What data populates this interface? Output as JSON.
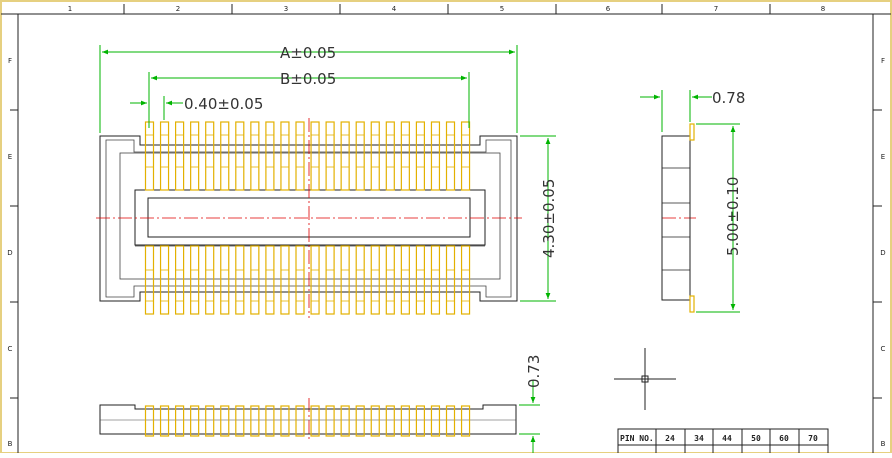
{
  "drawing": {
    "column_labels": [
      "1",
      "2",
      "3",
      "4",
      "5",
      "6",
      "7",
      "8"
    ],
    "row_labels_left": [
      "F",
      "E",
      "D",
      "C",
      "B"
    ],
    "row_labels_right": [
      "F",
      "E",
      "D",
      "C",
      "B"
    ],
    "dimensions": {
      "a": "A±0.05",
      "b": "B±0.05",
      "pitch": "0.40±0.05",
      "body_height": "4.30±0.05",
      "side_width": "0.78",
      "side_height": "5.00±0.10",
      "profile_height": "0.73"
    },
    "pin_table": {
      "header": [
        "PIN NO.",
        "24",
        "34",
        "44",
        "50",
        "60",
        "70"
      ]
    },
    "colors": {
      "border": "#e6d080",
      "outline": "#222222",
      "pin": "#e3b100",
      "dimension": "#00b400",
      "centerline": "#e00000"
    }
  }
}
